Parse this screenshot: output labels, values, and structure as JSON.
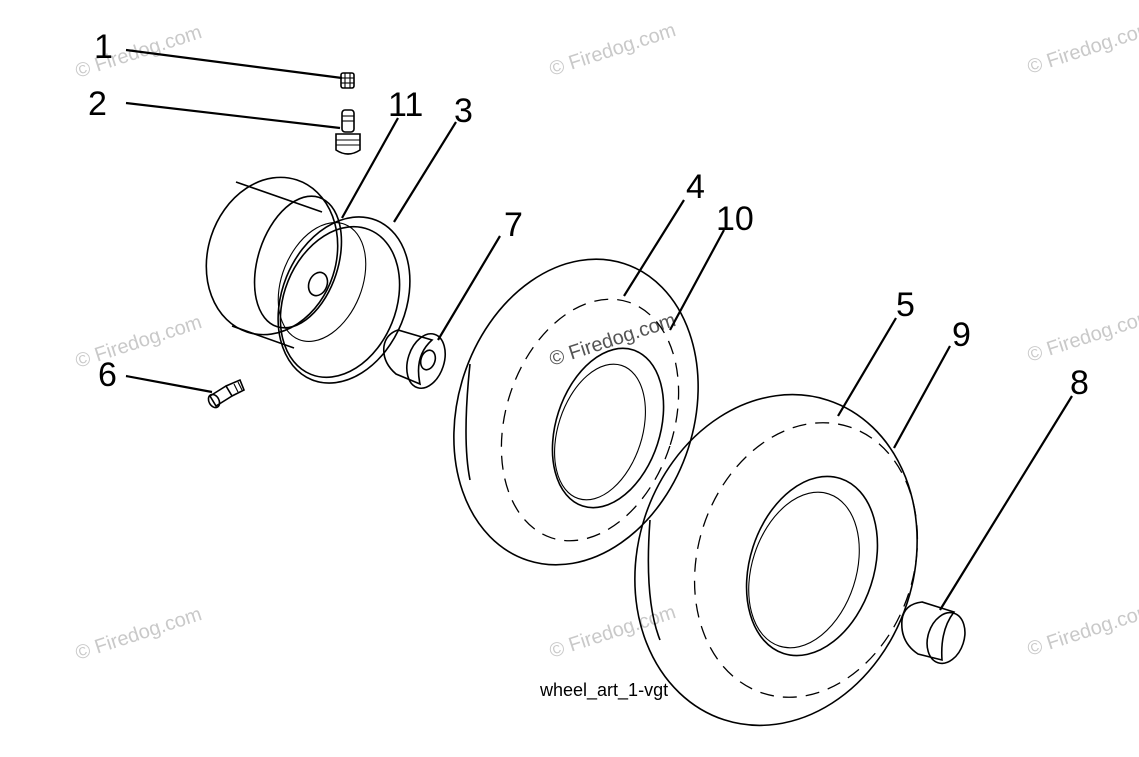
{
  "callouts": {
    "c1": "1",
    "c2": "2",
    "c3": "3",
    "c4": "4",
    "c5": "5",
    "c6": "6",
    "c7": "7",
    "c8": "8",
    "c9": "9",
    "c10": "10",
    "c11": "11"
  },
  "caption": "wheel_art_1-vgt",
  "watermark": "© Firedog.com"
}
